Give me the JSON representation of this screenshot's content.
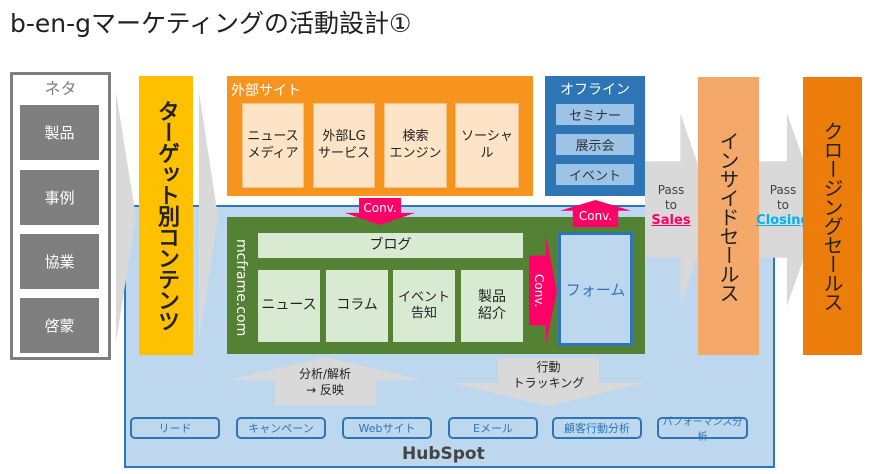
{
  "title": "b-en-gマーケティングの活動設計①",
  "neta": {
    "title": "ネタ",
    "items": [
      "製品",
      "事例",
      "協業",
      "啓蒙"
    ]
  },
  "target": "ターゲット別コンテンツ",
  "external": {
    "title": "外部サイト",
    "items": [
      [
        "ニュース",
        "メディア"
      ],
      [
        "外部LG",
        "サービス"
      ],
      [
        "検索",
        "エンジン"
      ],
      [
        "ソーシャル",
        ""
      ]
    ]
  },
  "offline": {
    "title": "オフライン",
    "items": [
      "セミナー",
      "展示会",
      "イベント"
    ]
  },
  "conv": "Conv.",
  "mcframe": {
    "site": "mcframe.com",
    "blog": "ブログ",
    "items": [
      [
        "ニュース",
        ""
      ],
      [
        "コラム",
        ""
      ],
      [
        "イベント",
        "告知"
      ],
      [
        "製品",
        "紹介"
      ]
    ],
    "form": "フォーム"
  },
  "pass_sales": {
    "l1": "Pass",
    "l2": "to",
    "l3": "Sales"
  },
  "pass_closing": {
    "l1": "Pass",
    "l2": "to",
    "l3": "Closing"
  },
  "inside_sales": "インサイドセールス",
  "closing_sales": "クロージングセールス",
  "analysis": {
    "l1": "分析/解析",
    "l2": "→ 反映"
  },
  "tracking": {
    "l1": "行動",
    "l2": "トラッキング"
  },
  "hubspot": {
    "features": [
      "リード",
      "キャンペーン",
      "Webサイト",
      "Eメール",
      "顧客行動分析",
      "パフォーマンス分析"
    ],
    "logo": "HubSpot"
  },
  "colors": {
    "orange": "#f7941d",
    "blue": "#2e75b6",
    "green": "#548235",
    "pink": "#ff0066",
    "yellow": "#ffc000",
    "inside": "#f4a96b",
    "closing": "#ed7d0a"
  }
}
